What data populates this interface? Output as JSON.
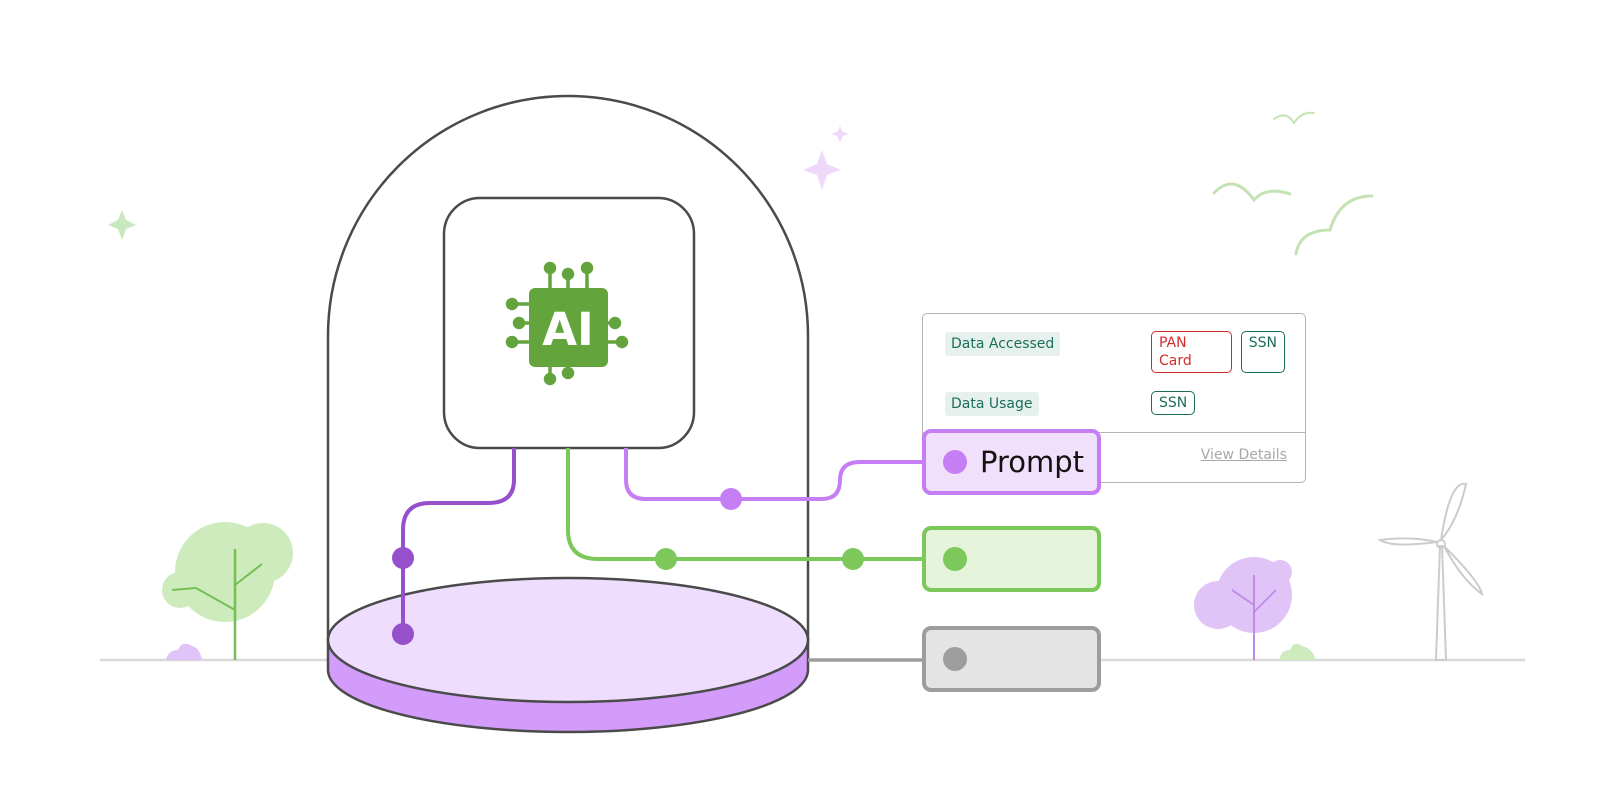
{
  "chip_label": "AI",
  "prompt_label": "Prompt",
  "details_panel": {
    "rows": [
      {
        "label": "Data Accessed",
        "tags": [
          {
            "text": "PAN Card",
            "tone": "red"
          },
          {
            "text": "SSN",
            "tone": "teal"
          }
        ]
      },
      {
        "label": "Data Usage",
        "tags": [
          {
            "text": "SSN",
            "tone": "teal"
          }
        ]
      }
    ],
    "link": "View Details"
  },
  "colors": {
    "purple": "#c67ef5",
    "purple_dark": "#9650cc",
    "purple_fill": "#f0e0fb",
    "green": "#7cc85a",
    "green_dark": "#63a43d",
    "green_fill": "#e6f4dc",
    "gray": "#9d9d9d",
    "gray_fill": "#e4e4e4",
    "outline": "#4a4a4a"
  }
}
